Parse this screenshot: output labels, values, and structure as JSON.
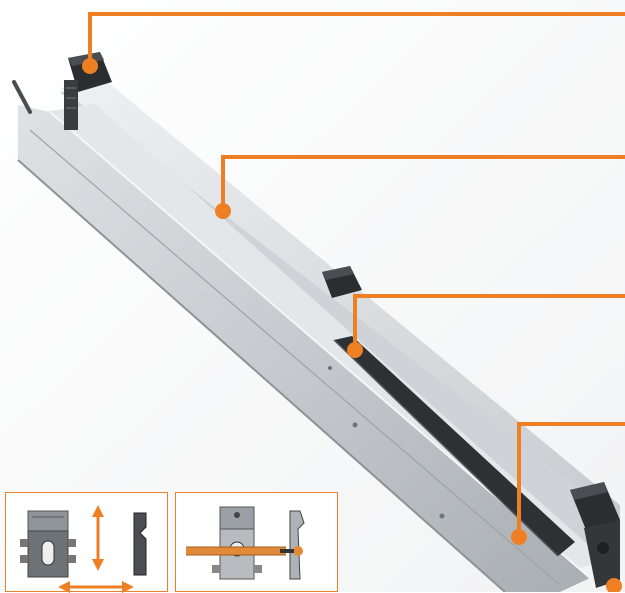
{
  "colors": {
    "accent": "#ee7f22",
    "rail_light": "#d9dde0",
    "rail_mid": "#b9bec3",
    "rail_dark": "#8d9297",
    "clamp_dark": "#2b2e31",
    "background": "#ffffff"
  },
  "product": {
    "name": "aluminum-mounting-rail-with-clamps",
    "visible_clamps": 3,
    "visible_rubber_strip": true
  },
  "callouts": [
    {
      "name": "callout-end-clamp",
      "target": "end-clamp-top"
    },
    {
      "name": "callout-rail-body",
      "target": "rail-body"
    },
    {
      "name": "callout-rubber-strip",
      "target": "rubber-strip"
    },
    {
      "name": "callout-rail-channel",
      "target": "rail-channel-end"
    }
  ],
  "insets": [
    {
      "name": "inset-adjustable-bracket",
      "icons": [
        "bracket-plate-icon",
        "vertical-arrow-icon",
        "horizontal-arrow-icon",
        "side-profile-icon"
      ]
    },
    {
      "name": "inset-pipe-mount",
      "icons": [
        "pipe-bracket-icon",
        "pipe-icon",
        "side-hook-icon"
      ]
    }
  ]
}
